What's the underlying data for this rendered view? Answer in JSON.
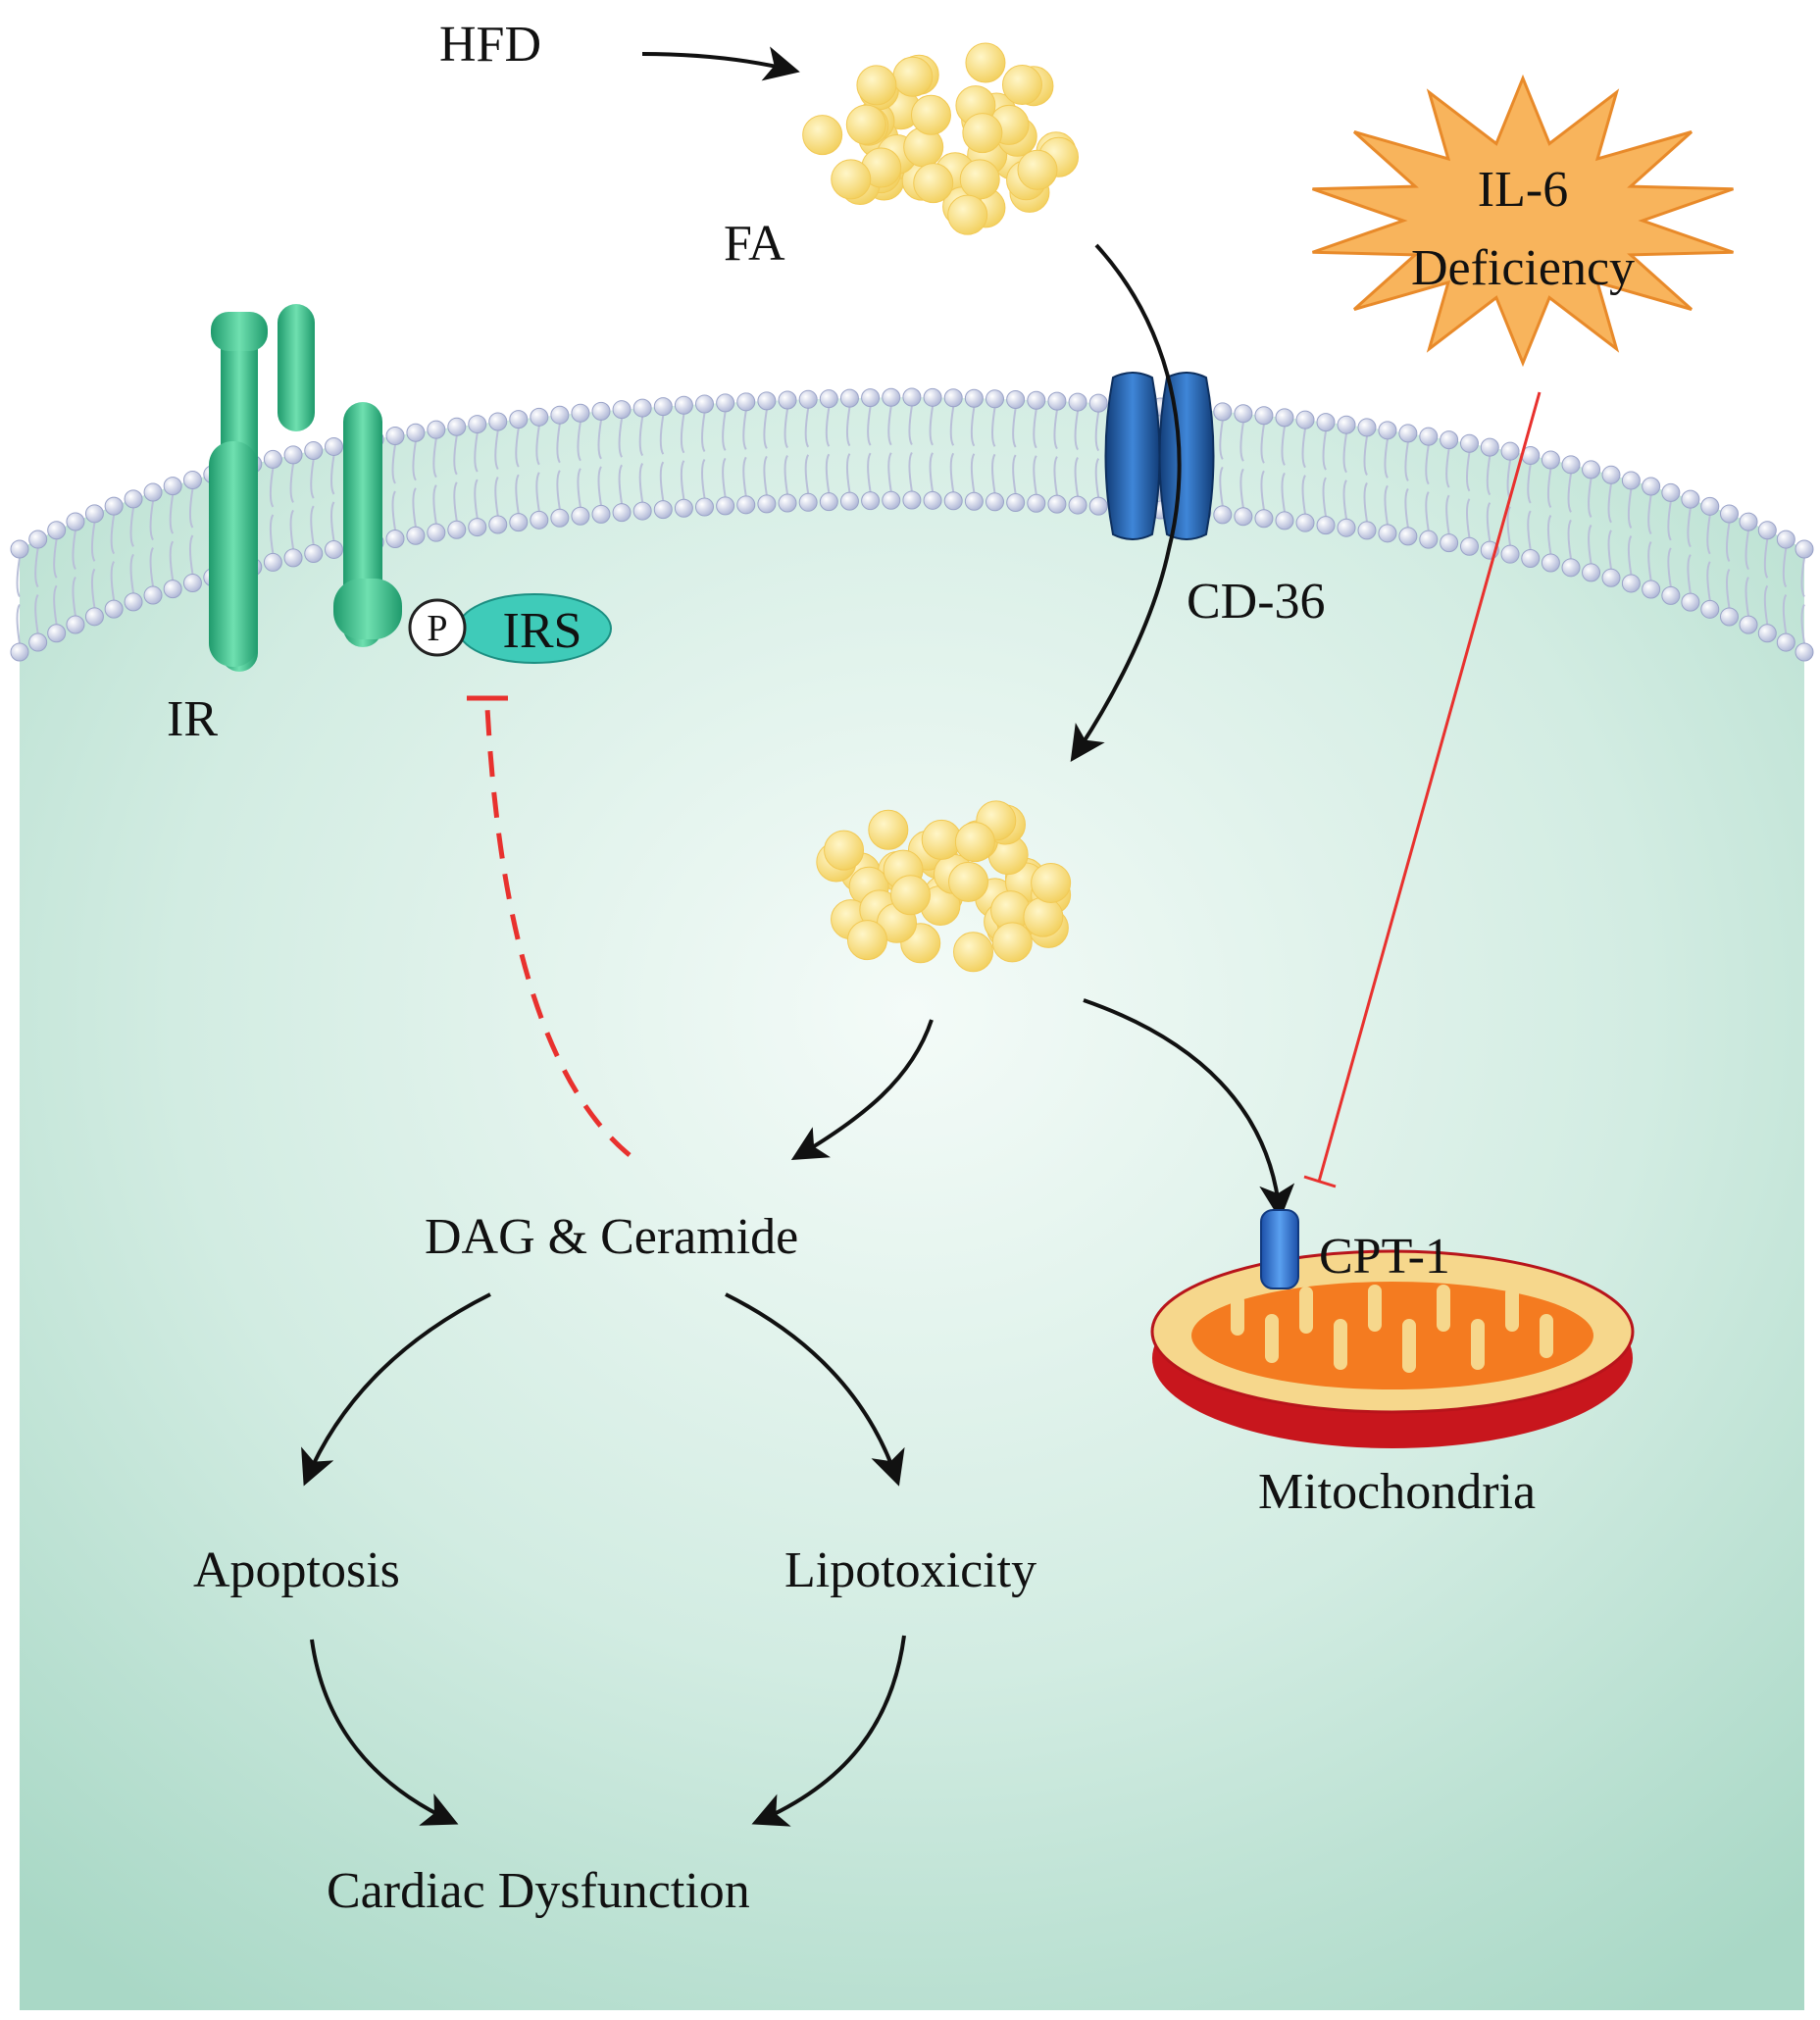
{
  "labels": {
    "hfd": "HFD",
    "fa": "FA",
    "il6_line1": "IL-6",
    "il6_line2": "Deficiency",
    "cd36": "CD-36",
    "ir": "IR",
    "phospho": "P",
    "irs": "IRS",
    "dag": "DAG & Ceramide",
    "cpt1": "CPT-1",
    "mitochondria": "Mitochondria",
    "apoptosis": "Apoptosis",
    "lipotoxicity": "Lipotoxicity",
    "cardiac": "Cardiac Dysfunction"
  },
  "colors": {
    "cell_center": "#f2faf6",
    "cell_edge": "#a8d8c8",
    "membrane_bead": "#c9cfe6",
    "receptor": "#3cb88a",
    "irs": "#3ec9b8",
    "cd36": "#1f5fa6",
    "lipid": "#f5dc7a",
    "star_fill": "#f7b25a",
    "inhibit": "#e8312e",
    "mito_outer": "#c8161d",
    "mito_inner": "#f7d68a",
    "mito_cristae": "#f47b20",
    "cpt1": "#2c6fd0"
  }
}
